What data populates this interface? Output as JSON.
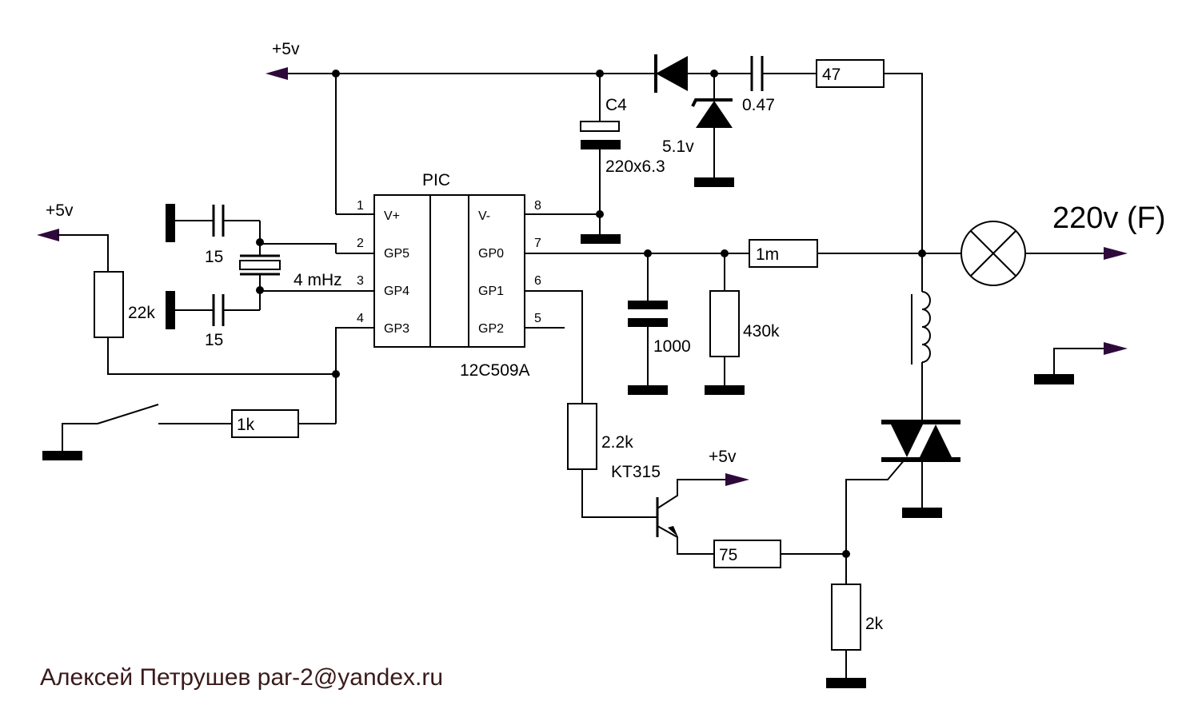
{
  "labels": {
    "vcc_top": "+5v",
    "vcc_left": "+5v",
    "vcc_transistor": "+5v",
    "c4_name": "C4",
    "c4_value": "220x6.3",
    "zener_value": "5.1v",
    "cap_047": "0.47",
    "res_47": "47",
    "mains": "220v (F)",
    "ic_title": "PIC",
    "ic_part": "12C509A",
    "xtal_freq": "4 mHz",
    "cap_15_top": "15",
    "cap_15_bottom": "15",
    "res_22k": "22k",
    "res_1k": "1k",
    "res_1m": "1m",
    "cap_1000": "1000",
    "res_430k": "430k",
    "res_2_2k": "2.2k",
    "transistor": "KT315",
    "res_75": "75",
    "res_2k": "2k",
    "author": "Алексей Петрушев par-2@yandex.ru"
  },
  "ic": {
    "left_pins": [
      {
        "num": "1",
        "name": "V+"
      },
      {
        "num": "2",
        "name": "GP5"
      },
      {
        "num": "3",
        "name": "GP4"
      },
      {
        "num": "4",
        "name": "GP3"
      }
    ],
    "right_pins": [
      {
        "num": "8",
        "name": "V-"
      },
      {
        "num": "7",
        "name": "GP0"
      },
      {
        "num": "6",
        "name": "GP1"
      },
      {
        "num": "5",
        "name": "GP2"
      }
    ]
  },
  "colors": {
    "line": "#000000",
    "arrow": "#2e0a3a",
    "author_text": "#3a1a1a",
    "background": "#ffffff"
  }
}
